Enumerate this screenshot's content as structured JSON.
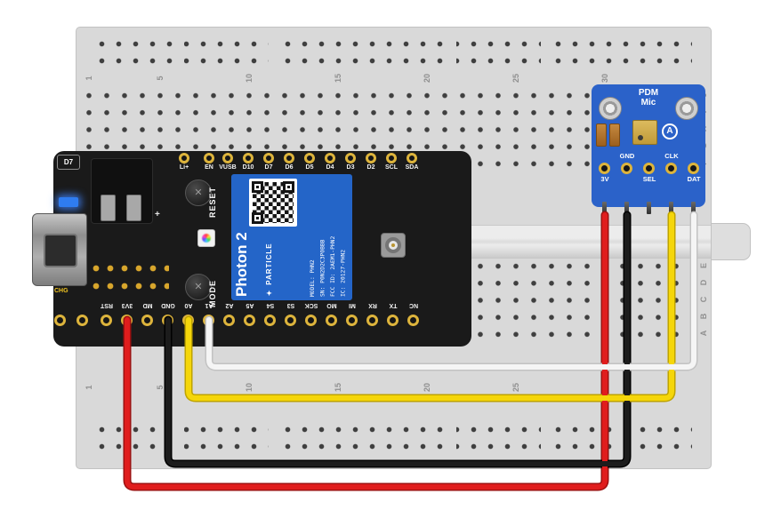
{
  "breadboard": {
    "column_numbers": [
      "1",
      "5",
      "10",
      "15",
      "20",
      "25",
      "30"
    ],
    "row_letters_top": [
      "J",
      "I",
      "H",
      "G",
      "F"
    ],
    "row_letters_bottom": [
      "E",
      "D",
      "C",
      "B",
      "A"
    ]
  },
  "photon": {
    "corner_label": "D7",
    "chg_label": "CHG",
    "plus_label": "+",
    "reset_label": "RESET",
    "mode_label": "MODE",
    "aux_pin_labels": [
      "Li+",
      "EN"
    ],
    "top_pin_labels": [
      "VUSB",
      "D10",
      "D7",
      "D6",
      "D5",
      "D4",
      "D3",
      "D2",
      "SCL",
      "SDA"
    ],
    "bottom_pin_labels": [
      "RST",
      "3V3",
      "MD",
      "GND",
      "A0",
      "A1",
      "A2",
      "A5",
      "S4",
      "S3",
      "SCK",
      "MO",
      "MI",
      "RX",
      "TX",
      "NC"
    ],
    "sticker": {
      "product": "Photon 2",
      "brand": "PARTICLE",
      "lines": [
        "MODEL: PHN2",
        "SN: P0N2D2C3P0BBB",
        "FCC ID: 2AEM1-PHN2",
        "IC: 20127-PHN2"
      ]
    }
  },
  "mic": {
    "title_lines": [
      "PDM",
      "Mic"
    ],
    "logo_letter": "A",
    "upper_pin_labels": [
      "GND",
      "CLK"
    ],
    "lower_pin_labels": [
      "3V",
      "SEL",
      "DAT"
    ]
  },
  "icons": {
    "particle_logo": "✦",
    "button_cross": "✕"
  },
  "wires": [
    {
      "name": "power-wire-3v3",
      "color": "#e01d1d"
    },
    {
      "name": "ground-wire",
      "color": "#1c1c1c"
    },
    {
      "name": "clock-wire",
      "color": "#f5d60a"
    },
    {
      "name": "data-wire",
      "color": "#f5f5f5"
    }
  ]
}
